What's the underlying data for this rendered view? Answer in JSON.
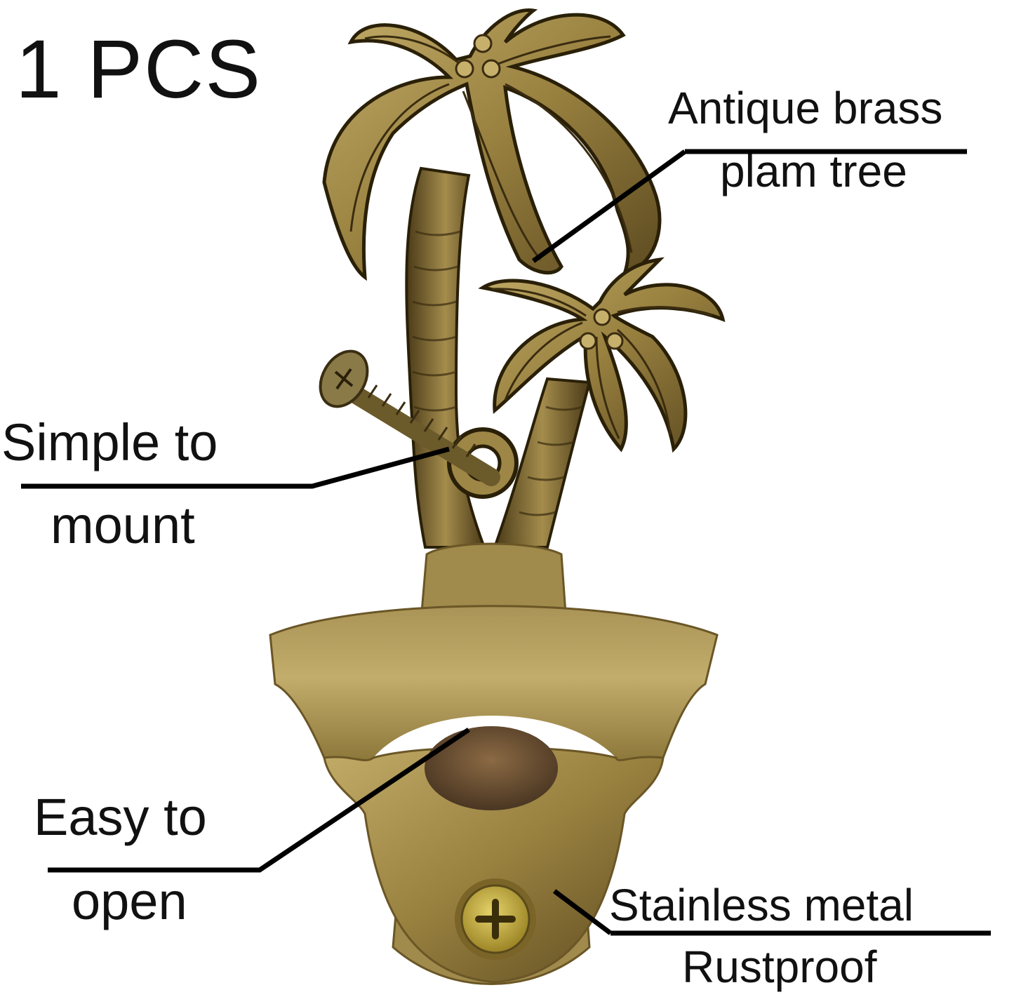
{
  "quantity": "1 PCS",
  "callouts": {
    "material": {
      "line1": "Antique brass",
      "line2": "plam tree"
    },
    "mount": {
      "line1": "Simple to",
      "line2": "mount"
    },
    "open": {
      "line1": "Easy to",
      "line2": "open"
    },
    "finish": {
      "line1": "Stainless metal",
      "line2": "Rustproof"
    }
  },
  "colors": {
    "brass_light": "#b09a58",
    "brass_mid": "#8c7638",
    "brass_dark": "#4e3e1a",
    "outline": "#2a2008",
    "screw_gold": "#c9b23a",
    "background": "#ffffff",
    "text": "#111111"
  }
}
